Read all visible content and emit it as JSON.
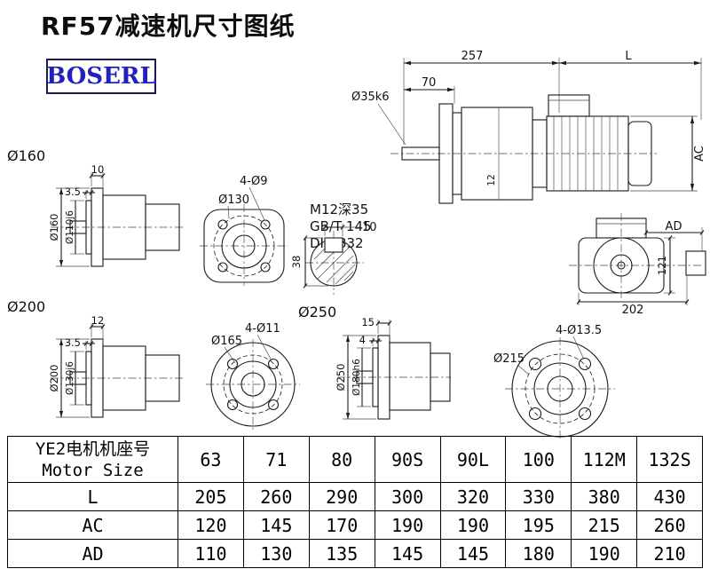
{
  "header": {
    "title": "RF57减速机尺寸图纸",
    "logo": "BOSERL"
  },
  "main_view": {
    "dim_257": "257",
    "dim_L": "L",
    "dim_70": "70",
    "shaft_dia": "Ø35k6",
    "dim_12": "12",
    "dim_AC": "AC"
  },
  "notes": {
    "line1": "M12深35",
    "line2": "GB/T 145",
    "line3": "DIN 332"
  },
  "shaft_section": {
    "key_width": "10",
    "height": "38"
  },
  "rear_view": {
    "dim_AD": "AD",
    "dim_121": "121",
    "dim_202": "202"
  },
  "flange160": {
    "group_label": "Ø160",
    "flange_thickness": "10",
    "spigot_depth": "3.5",
    "flange_dia": "Ø160",
    "spigot_dia": "Ø110j6"
  },
  "flange130_face": {
    "bolt_holes": "4-Ø9",
    "bolt_circle": "Ø130"
  },
  "flange200": {
    "group_label": "Ø200",
    "flange_thickness": "12",
    "spigot_depth": "3.5",
    "flange_dia": "Ø200",
    "spigot_dia": "Ø130j6"
  },
  "flange200_face": {
    "bolt_holes": "4-Ø11",
    "bolt_circle": "Ø165"
  },
  "flange250": {
    "group_label": "Ø250",
    "flange_thickness": "15",
    "spigot_depth": "4",
    "flange_dia": "Ø250",
    "spigot_dia": "Ø180h6"
  },
  "flange250_face": {
    "bolt_holes": "4-Ø13.5",
    "bolt_circle": "Ø215"
  },
  "table": {
    "size_label_cn": "YE2电机机座号",
    "size_label_en": "Motor Size",
    "columns": [
      "63",
      "71",
      "80",
      "90S",
      "90L",
      "100",
      "112M",
      "132S"
    ],
    "rows": [
      {
        "label": "L",
        "values": [
          "205",
          "260",
          "290",
          "300",
          "320",
          "330",
          "380",
          "430"
        ]
      },
      {
        "label": "AC",
        "values": [
          "120",
          "145",
          "170",
          "190",
          "190",
          "195",
          "215",
          "260"
        ]
      },
      {
        "label": "AD",
        "values": [
          "110",
          "130",
          "135",
          "145",
          "145",
          "180",
          "190",
          "210"
        ]
      }
    ]
  }
}
